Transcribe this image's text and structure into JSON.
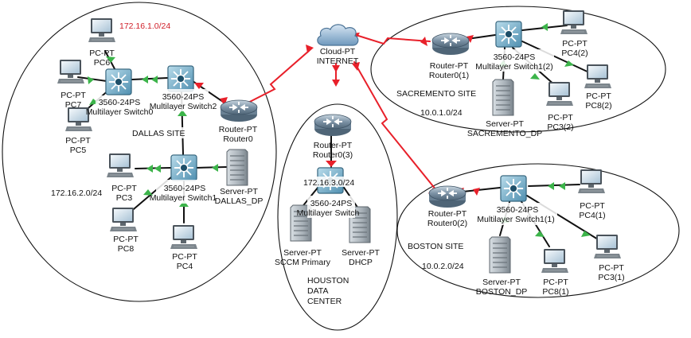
{
  "colors": {
    "wan": "#e8202a",
    "lan": "#111111",
    "link_up": "#3cb44a",
    "link_down": "#e8202a",
    "accent_subnet": "#d0202a"
  },
  "sites": {
    "dallas": {
      "name": "DALLAS SITE",
      "subnet_a": "172.16.1.0/24",
      "subnet_b": "172.16.2.0/24"
    },
    "houston": {
      "line1": "HOUSTON",
      "line2": "DATA",
      "line3": "CENTER",
      "subnet": "172.16.3.0/24"
    },
    "sacremento": {
      "name": "SACREMENTO SITE",
      "subnet": "10.0.1.0/24"
    },
    "boston": {
      "name": "BOSTON SITE",
      "subnet": "10.0.2.0/24"
    }
  },
  "cloud": {
    "type": "Cloud-PT",
    "name": "INTERNET"
  },
  "devices": {
    "pc6": {
      "type": "PC-PT",
      "name": "PC6"
    },
    "pc7": {
      "type": "PC-PT",
      "name": "PC7"
    },
    "pc5": {
      "type": "PC-PT",
      "name": "PC5"
    },
    "pc3_d": {
      "type": "PC-PT",
      "name": "PC3"
    },
    "pc8_d": {
      "type": "PC-PT",
      "name": "PC8"
    },
    "pc4_d": {
      "type": "PC-PT",
      "name": "PC4"
    },
    "msw0": {
      "type": "3560-24PS",
      "name": "Multilayer Switch0"
    },
    "msw2": {
      "type": "3560-24PS",
      "name": "Multilayer Switch2"
    },
    "msw1": {
      "type": "3560-24PS",
      "name": "Multilayer Switch1"
    },
    "router0": {
      "type": "Router-PT",
      "name": "Router0"
    },
    "dallas_dp": {
      "type": "Server-PT",
      "name": "DALLAS_DP"
    },
    "router0_3": {
      "type": "Router-PT",
      "name": "Router0(3)"
    },
    "hou_switch": {
      "type": "3560-24PS",
      "name": "Multilayer Switch"
    },
    "sccm": {
      "type": "Server-PT",
      "name": "SCCM Primary"
    },
    "dhcp": {
      "type": "Server-PT",
      "name": "DHCP"
    },
    "router0_1": {
      "type": "Router-PT",
      "name": "Router0(1)"
    },
    "msw1_2": {
      "type": "3560-24PS",
      "name": "Multilayer Switch1(2)"
    },
    "pc4_2": {
      "type": "PC-PT",
      "name": "PC4(2)"
    },
    "pc8_2": {
      "type": "PC-PT",
      "name": "PC8(2)"
    },
    "pc3_2": {
      "type": "PC-PT",
      "name": "PC3(2)"
    },
    "sac_dp": {
      "type": "Server-PT",
      "name": "SACREMENTO_DP"
    },
    "router0_2": {
      "type": "Router-PT",
      "name": "Router0(2)"
    },
    "msw1_1": {
      "type": "3560-24PS",
      "name": "Multilayer Switch1(1)"
    },
    "pc4_1": {
      "type": "PC-PT",
      "name": "PC4(1)"
    },
    "pc3_1": {
      "type": "PC-PT",
      "name": "PC3(1)"
    },
    "pc8_1": {
      "type": "PC-PT",
      "name": "PC8(1)"
    },
    "boston_dp": {
      "type": "Server-PT",
      "name": "BOSTON_DP"
    }
  }
}
